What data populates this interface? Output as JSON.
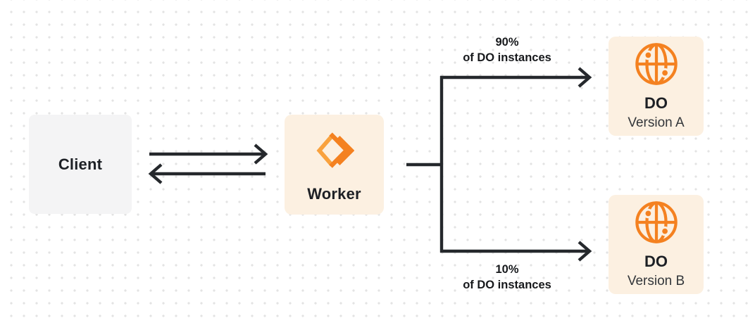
{
  "colors": {
    "bg": "#ffffff",
    "dot": "#e3e3e3",
    "ink": "#25282c",
    "accent": "#f48120",
    "accent_light": "#f9a23e",
    "cream": "#fcf0e1",
    "gray_box": "#f4f4f5",
    "title": "#1d2025",
    "subtitle": "#33363a"
  },
  "nodes": {
    "client": {
      "label": "Client"
    },
    "worker": {
      "label": "Worker",
      "icon": "workers-icon"
    },
    "do_a": {
      "title": "DO",
      "subtitle": "Version A",
      "icon": "globe-icon"
    },
    "do_b": {
      "title": "DO",
      "subtitle": "Version B",
      "icon": "globe-icon"
    }
  },
  "labels": {
    "top_branch": {
      "line1": "90%",
      "line2": "of DO instances"
    },
    "bottom_branch": {
      "line1": "10%",
      "line2": "of DO instances"
    }
  }
}
